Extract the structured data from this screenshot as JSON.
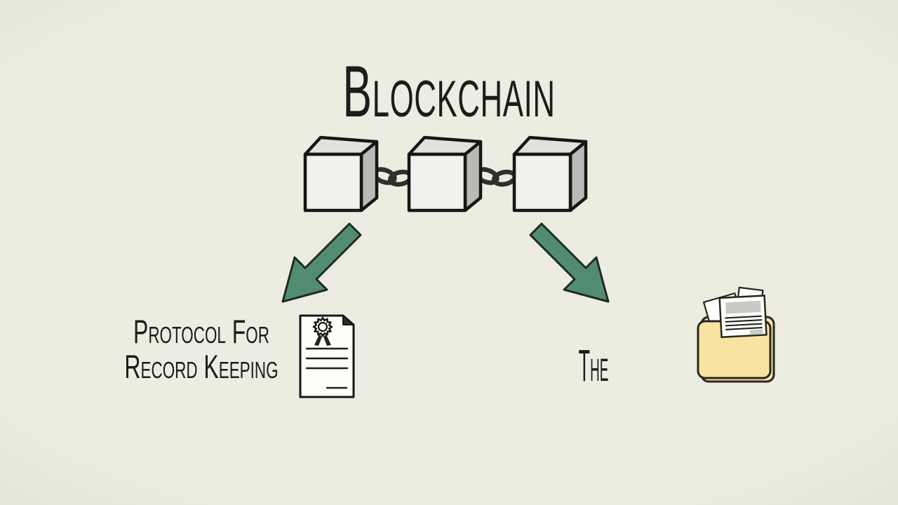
{
  "scene": {
    "title": "Blockchain",
    "left_branch": {
      "label_line1": "Protocol For",
      "label_line2": "Record Keeping"
    },
    "right_branch": {
      "label_partial": "The"
    }
  },
  "icons": {
    "blocks": "three-linked-cubes",
    "chain": "chain-links",
    "left_arrow": "green-arrow-down-left",
    "right_arrow": "green-arrow-down-right",
    "certificate": "certificate-document",
    "folder": "folder-with-documents"
  },
  "colors": {
    "background": "#ecede0",
    "ink": "#1c1c1a",
    "outline": "#161614",
    "cube_front": "#f1f1ed",
    "cube_top": "#e2e2dc",
    "cube_side": "#b9b9b5",
    "chain": "#2f2f2b",
    "arrow_green": "#528c70",
    "arrow_outline": "#1f2a24",
    "paper_white": "#fdfdfa",
    "fold_dark": "#2b2b27",
    "ribbon_dark": "#242420",
    "folder_yellow": "#f8e3a2",
    "doc_gray": "#c9c9c5"
  }
}
